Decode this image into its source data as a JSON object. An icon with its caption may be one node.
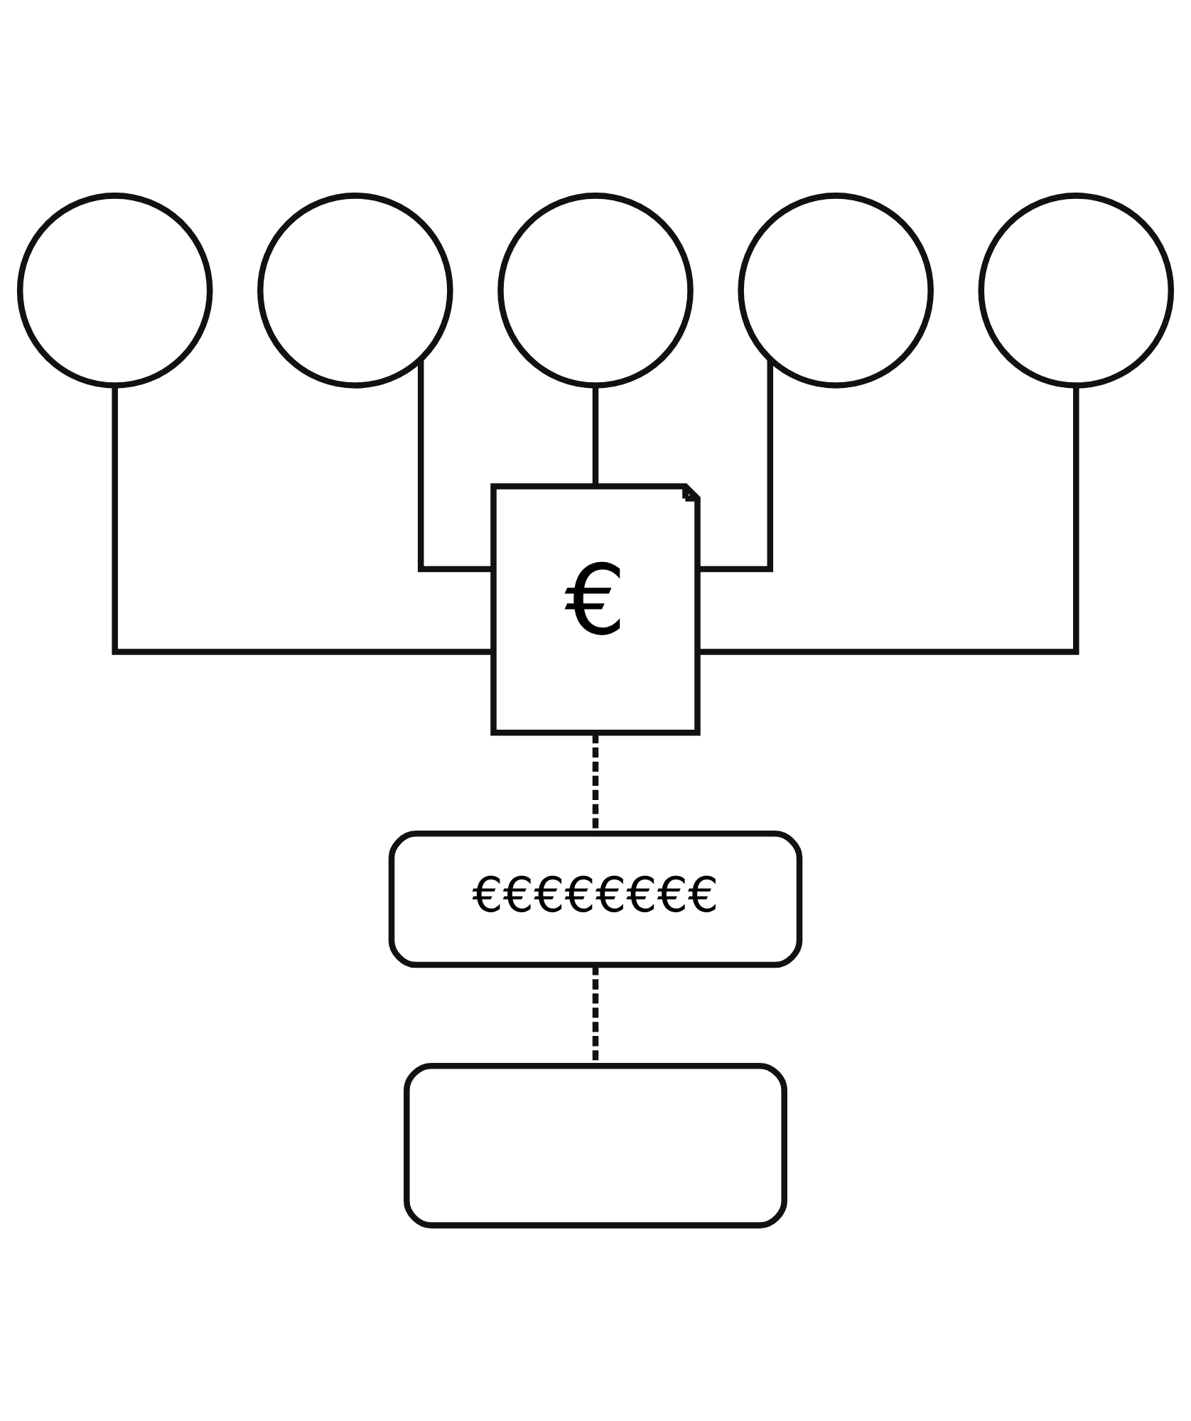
{
  "diagram": {
    "nodes": [
      {
        "text": [],
        "shape": "circle"
      },
      {
        "text": [],
        "shape": "circle"
      },
      {
        "text": [],
        "shape": "circle"
      },
      {
        "text": [],
        "shape": "circle"
      },
      {
        "text": [],
        "shape": "circle"
      },
      {
        "text": [
          "€"
        ]
      },
      {
        "text": [
          "€€€€€€€€"
        ]
      },
      {
        "text": [],
        "shape": "box"
      }
    ],
    "edges": [
      {
        "from": 0,
        "to": 5,
        "arrow": "none"
      },
      {
        "from": 1,
        "to": 5,
        "arrow": "none"
      },
      {
        "from": 2,
        "to": 5,
        "arrow": "none"
      },
      {
        "from": 3,
        "to": 5,
        "arrow": "none"
      },
      {
        "from": 4,
        "to": 5,
        "arrow": "none"
      },
      {
        "from": 5,
        "to": 6,
        "arrow": "none",
        "style": "dashed"
      },
      {
        "from": 6,
        "to": 7,
        "arrow": "none",
        "style": "dashed"
      }
    ]
  }
}
